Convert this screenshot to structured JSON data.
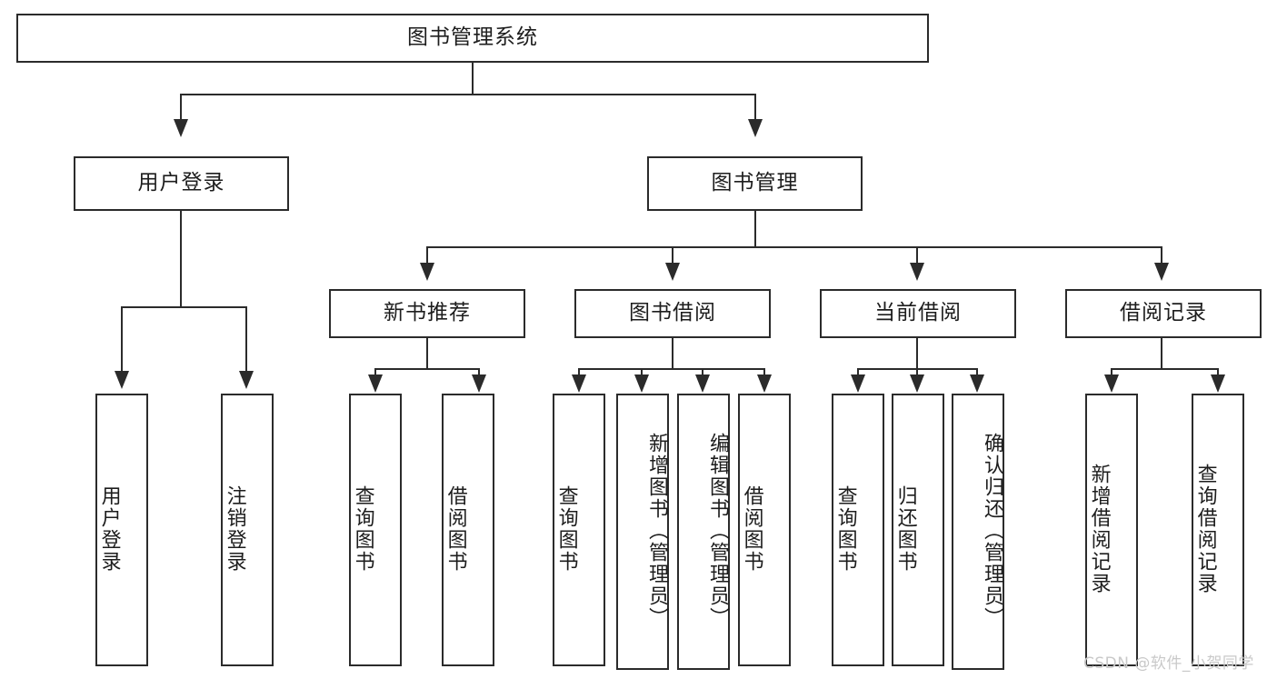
{
  "diagram": {
    "title": "图书管理系统",
    "type": "hierarchy-tree",
    "watermark": "CSDN @软件_小贺同学",
    "colors": {
      "stroke": "#2b2b2b",
      "fill": "#ffffff",
      "text": "#1d1d1d",
      "watermark": "#c9c9c9"
    },
    "nodes": {
      "root": {
        "label": "图书管理系统",
        "level": 1
      },
      "level2": [
        {
          "id": "user-login",
          "label": "用户登录"
        },
        {
          "id": "book-management",
          "label": "图书管理"
        }
      ],
      "level3": [
        {
          "id": "new-book-recommend",
          "label": "新书推荐",
          "parent": "book-management"
        },
        {
          "id": "book-borrow",
          "label": "图书借阅",
          "parent": "book-management"
        },
        {
          "id": "current-borrow",
          "label": "当前借阅",
          "parent": "book-management"
        },
        {
          "id": "borrow-record",
          "label": "借阅记录",
          "parent": "book-management"
        }
      ],
      "leaves": {
        "user-login": [
          {
            "id": "leaf-user-login",
            "label": "用户登录"
          },
          {
            "id": "leaf-logout",
            "label": "注销登录"
          }
        ],
        "new-book-recommend": [
          {
            "id": "leaf-query-book-1",
            "label": "查询图书"
          },
          {
            "id": "leaf-borrow-book-1",
            "label": "借阅图书"
          }
        ],
        "book-borrow": [
          {
            "id": "leaf-query-book-2",
            "label": "查询图书"
          },
          {
            "id": "leaf-add-book",
            "label": "新增图书（管理员）"
          },
          {
            "id": "leaf-edit-book",
            "label": "编辑图书（管理员）"
          },
          {
            "id": "leaf-borrow-book-2",
            "label": "借阅图书"
          }
        ],
        "current-borrow": [
          {
            "id": "leaf-query-book-3",
            "label": "查询图书"
          },
          {
            "id": "leaf-return-book",
            "label": "归还图书"
          },
          {
            "id": "leaf-confirm-return",
            "label": "确认归还（管理员）"
          }
        ],
        "borrow-record": [
          {
            "id": "leaf-add-record",
            "label": "新增借阅记录"
          },
          {
            "id": "leaf-query-record",
            "label": "查询借阅记录"
          }
        ]
      }
    }
  }
}
